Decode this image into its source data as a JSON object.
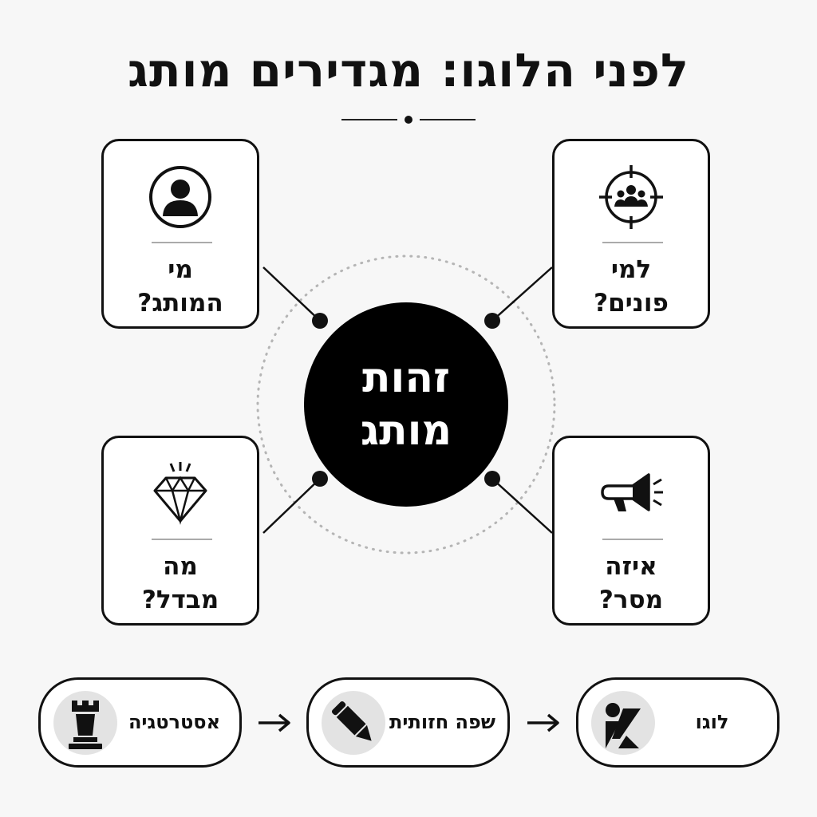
{
  "header": {
    "title": "לפני הלוגו: מגדירים מותג"
  },
  "center": {
    "label": "זהות\nמותג"
  },
  "cards": {
    "top_left": {
      "label": "מי\nהמותג?",
      "icon": "person-icon"
    },
    "top_right": {
      "label": "למי\nפונים?",
      "icon": "target-audience-icon"
    },
    "bottom_left": {
      "label": "מה\nמבדל?",
      "icon": "diamond-icon"
    },
    "bottom_right": {
      "label": "איזה\nמסר?",
      "icon": "megaphone-icon"
    }
  },
  "flow": {
    "strategy": {
      "label": "אסטרטגיה",
      "icon": "chess-rook-icon"
    },
    "visual_language": {
      "label": "שפה חזותית",
      "icon": "pencil-icon"
    },
    "logo": {
      "label": "לוגו",
      "icon": "logo-shapes-icon"
    }
  },
  "colors": {
    "background": "#f7f7f7",
    "ink": "#111111",
    "icon_backdrop": "#e3e3e3"
  }
}
